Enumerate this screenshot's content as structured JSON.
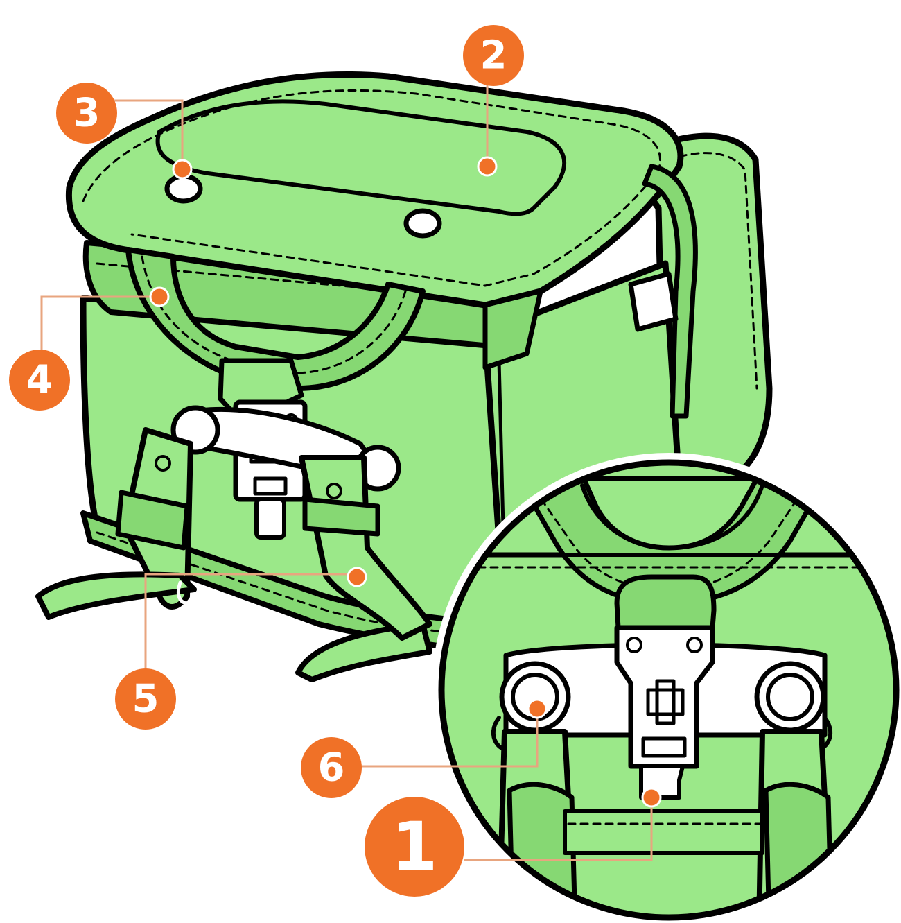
{
  "colors": {
    "bag_fill": "#9be889",
    "bag_shade": "#86d873",
    "outline": "#000000",
    "accent": "#f07127",
    "metal": "#ffffff",
    "leader_line": "#e8a57f"
  },
  "callouts": [
    {
      "id": "1",
      "label": "1",
      "target": "lock-clasp"
    },
    {
      "id": "2",
      "label": "2",
      "target": "lid-flap"
    },
    {
      "id": "3",
      "label": "3",
      "target": "lid-rivet"
    },
    {
      "id": "4",
      "label": "4",
      "target": "carry-handle"
    },
    {
      "id": "5",
      "label": "5",
      "target": "shoulder-strap"
    },
    {
      "id": "6",
      "label": "6",
      "target": "d-ring-hook"
    }
  ]
}
